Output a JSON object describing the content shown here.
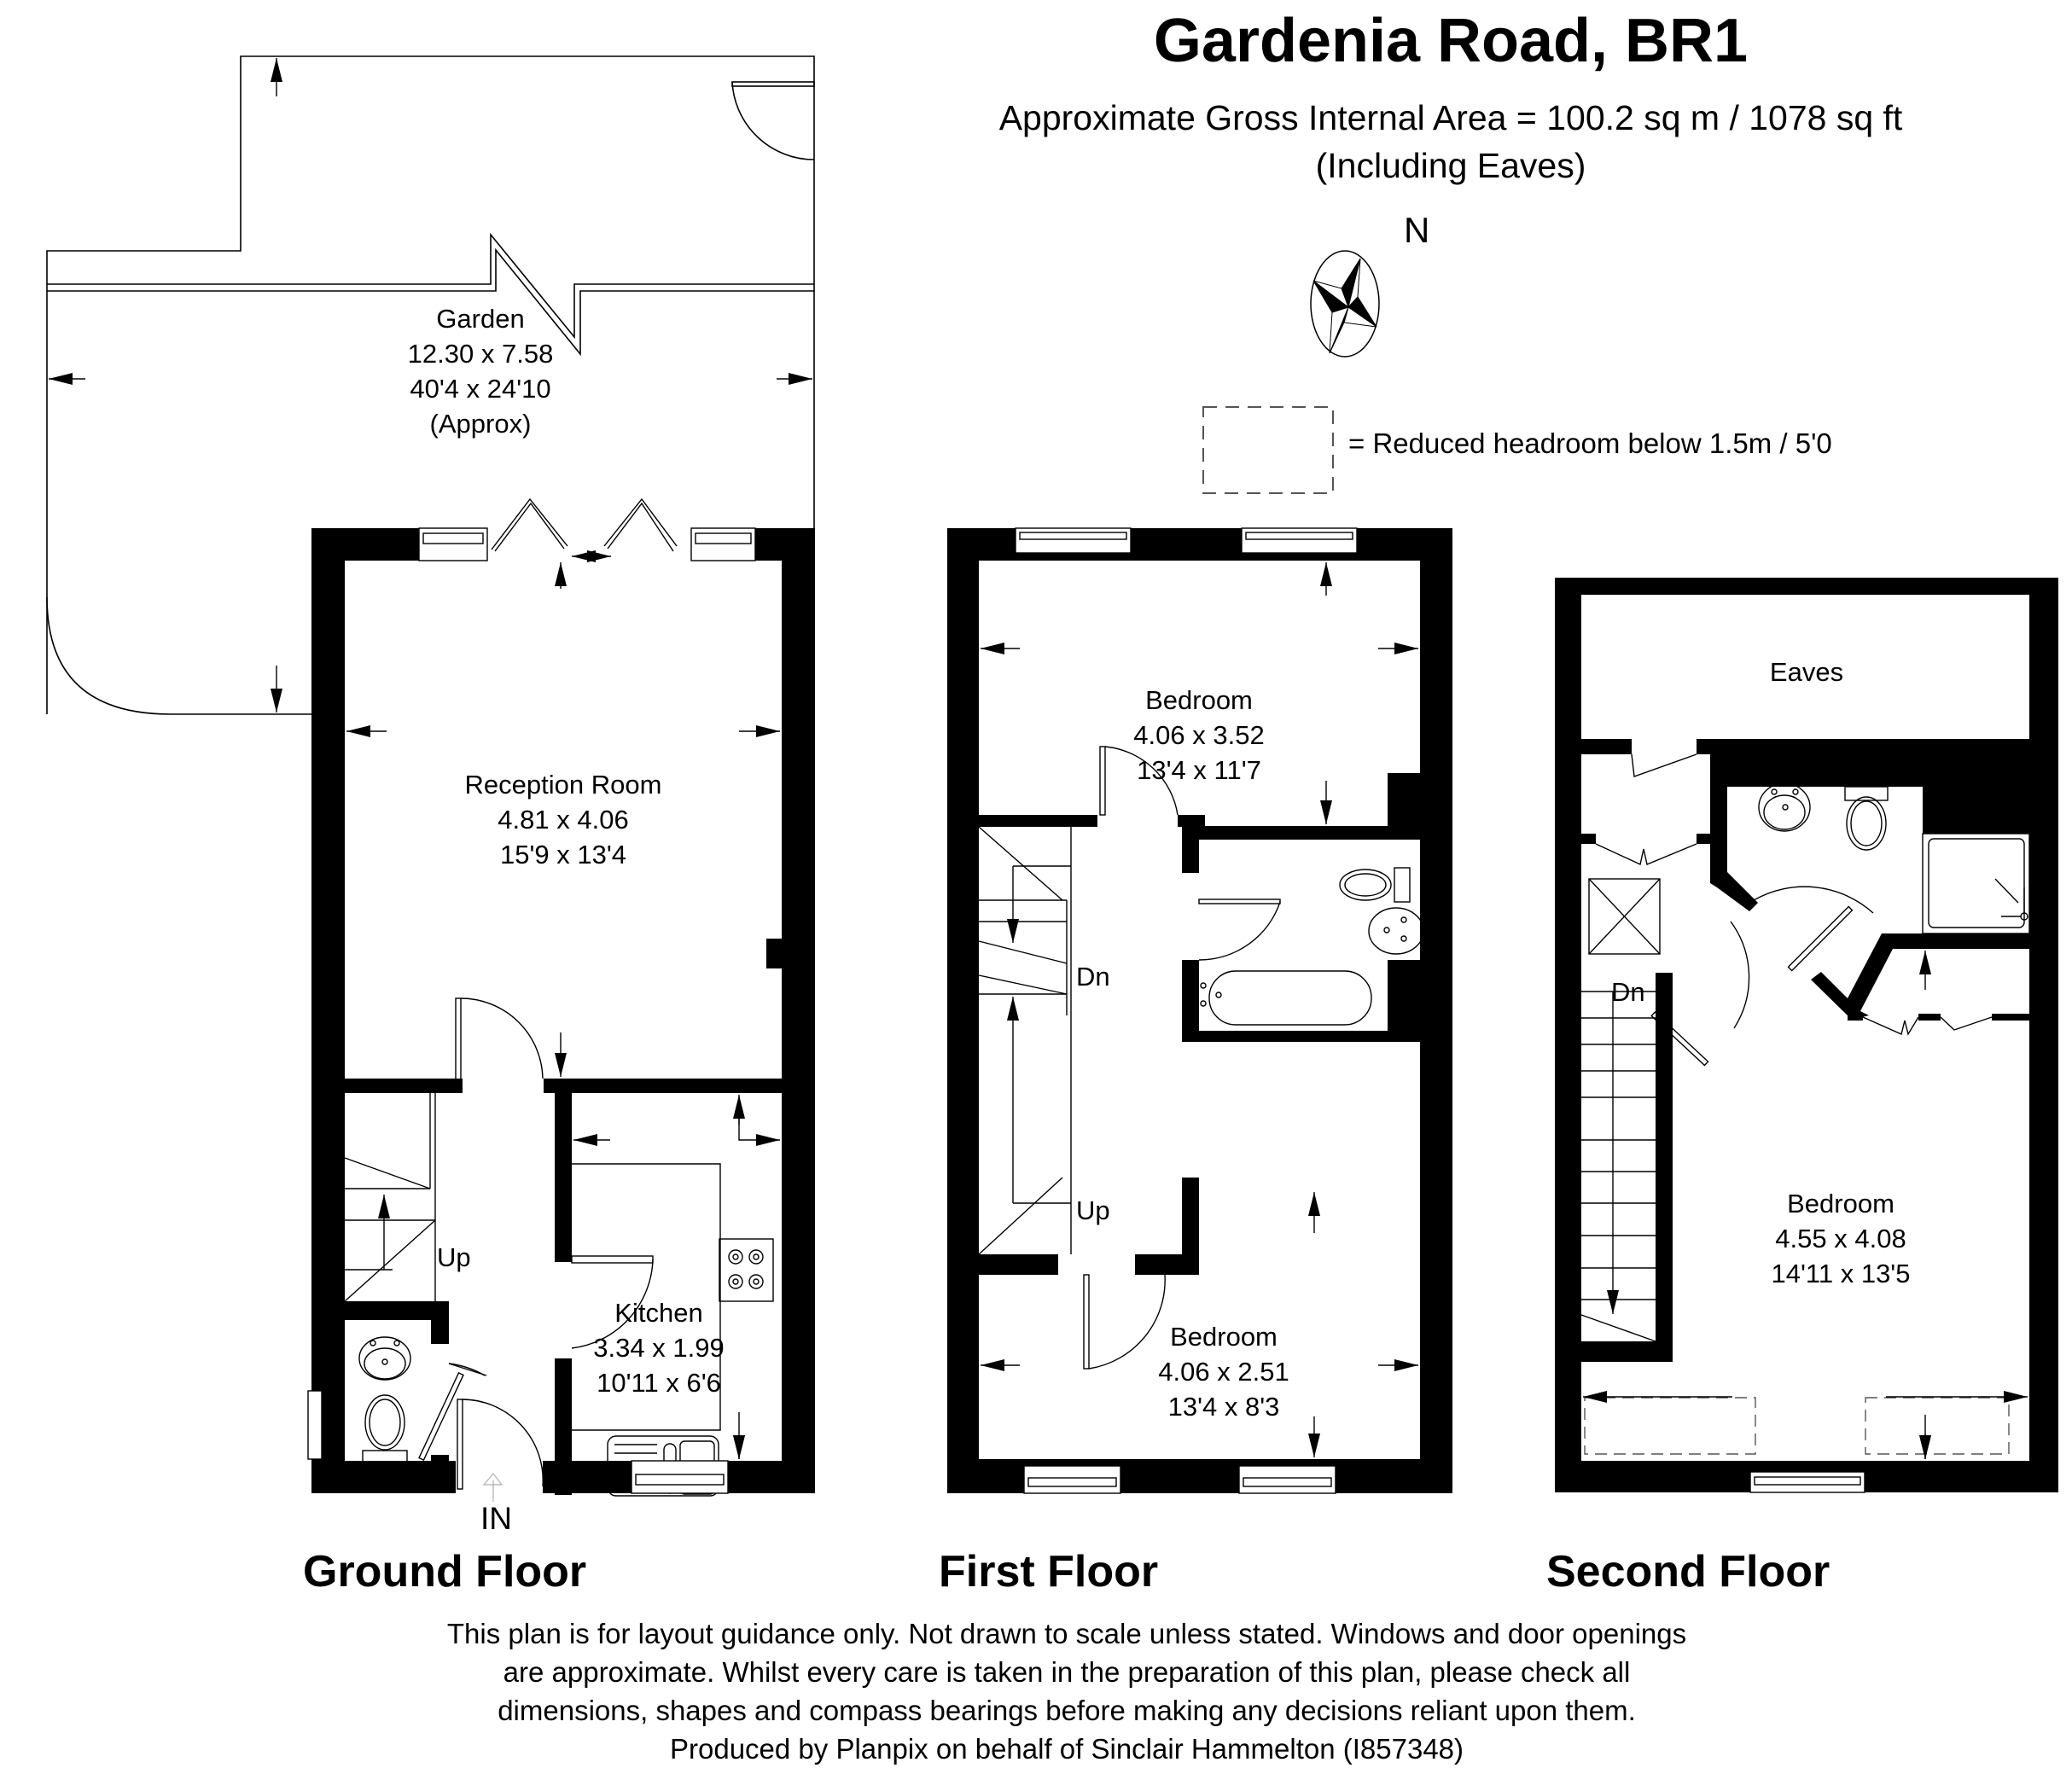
{
  "header": {
    "title": "Gardenia Road, BR1",
    "area_line": "Approximate Gross Internal Area = 100.2 sq m / 1078 sq ft",
    "area_note": "(Including Eaves)"
  },
  "compass": {
    "label": "N",
    "icon": "compass-rose-icon"
  },
  "legend": {
    "icon": "dashed-rectangle-icon",
    "text": "= Reduced headroom below 1.5m / 5'0"
  },
  "floors": [
    {
      "name": "Ground Floor",
      "rooms": [
        {
          "name": "Garden",
          "metric": "12.30 x 7.58",
          "imperial": "40'4 x 24'10",
          "note": "(Approx)"
        },
        {
          "name": "Reception Room",
          "metric": "4.81 x 4.06",
          "imperial": "15'9 x 13'4"
        },
        {
          "name": "Kitchen",
          "metric": "3.34 x 1.99",
          "imperial": "10'11 x 6'6"
        }
      ],
      "labels": {
        "stairs": "Up",
        "entrance": "IN"
      }
    },
    {
      "name": "First Floor",
      "rooms": [
        {
          "name": "Bedroom",
          "metric": "4.06 x 3.52",
          "imperial": "13'4 x 11'7"
        },
        {
          "name": "Bedroom",
          "metric": "4.06 x 2.51",
          "imperial": "13'4 x 8'3"
        }
      ],
      "labels": {
        "stairs_down": "Dn",
        "stairs_up": "Up"
      }
    },
    {
      "name": "Second Floor",
      "rooms": [
        {
          "name": "Eaves"
        },
        {
          "name": "Bedroom",
          "metric": "4.55 x 4.08",
          "imperial": "14'11 x 13'5"
        }
      ],
      "labels": {
        "stairs_down": "Dn"
      }
    }
  ],
  "footer": {
    "disclaimer_lines": [
      "This plan is for layout guidance only. Not drawn to scale unless stated. Windows and door openings",
      "are approximate. Whilst every care is taken in the preparation of this plan, please check all",
      "dimensions, shapes and compass bearings before making any decisions reliant upon them.",
      "Produced by Planpix on behalf of Sinclair Hammelton (I857348)"
    ]
  },
  "colors": {
    "wall": "#000000",
    "background": "#ffffff",
    "line": "#000000",
    "dashed": "#555555"
  }
}
